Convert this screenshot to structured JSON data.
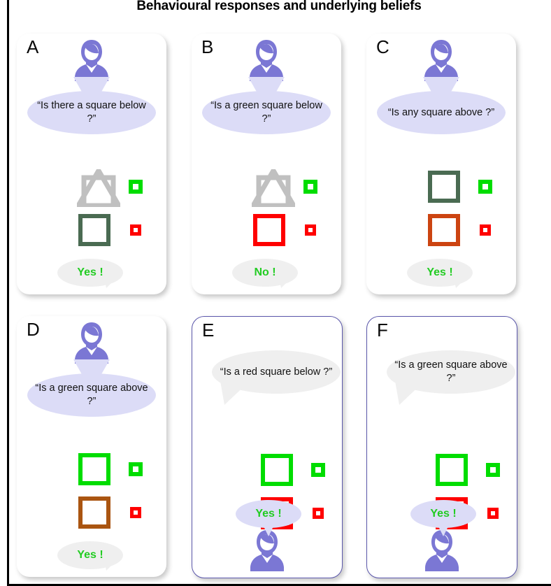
{
  "figure": {
    "title": "Behavioural responses and underlying beliefs"
  },
  "colors": {
    "person": "#7b77d4",
    "bubble_lavender": "#dcdcf7",
    "bubble_gray": "#efefef",
    "answer_green": "#22cc22",
    "gray_shape": "#c0c0c0",
    "dark_green": "#4a6b52",
    "bright_green": "#00dd00",
    "red": "#ff0000",
    "brown": "#aa5511",
    "brown_dark": "#cc4411",
    "card_border": "#5b57ab"
  },
  "panels": [
    {
      "letter": "A",
      "layout": "person-top",
      "bordered": false,
      "question": "“Is there a square below ?”",
      "question_bubble": "lavender",
      "answer": "Yes !",
      "answer_bubble": "gray",
      "stimuli": {
        "top": {
          "shape": "triangle-square-overlap",
          "color": "#c0c0c0"
        },
        "bottom": {
          "shape": "square",
          "color": "#4a6b52"
        }
      },
      "indicators": {
        "top": {
          "color": "#00dd00",
          "size": "large"
        },
        "bottom": {
          "color": "#ff0000",
          "size": "small"
        }
      }
    },
    {
      "letter": "B",
      "layout": "person-top",
      "bordered": false,
      "question": "“Is a green square below ?”",
      "question_bubble": "lavender",
      "answer": "No !",
      "answer_bubble": "gray",
      "stimuli": {
        "top": {
          "shape": "triangle-square-overlap",
          "color": "#c0c0c0"
        },
        "bottom": {
          "shape": "square",
          "color": "#ff0000"
        }
      },
      "indicators": {
        "top": {
          "color": "#00dd00",
          "size": "large"
        },
        "bottom": {
          "color": "#ff0000",
          "size": "small"
        }
      }
    },
    {
      "letter": "C",
      "layout": "person-top",
      "bordered": false,
      "question": "“Is any square above ?”",
      "question_bubble": "lavender",
      "answer": "Yes !",
      "answer_bubble": "gray",
      "stimuli": {
        "top": {
          "shape": "square",
          "color": "#4a6b52"
        },
        "bottom": {
          "shape": "square",
          "color": "#cc4411"
        }
      },
      "indicators": {
        "top": {
          "color": "#00dd00",
          "size": "large"
        },
        "bottom": {
          "color": "#ff0000",
          "size": "small"
        }
      }
    },
    {
      "letter": "D",
      "layout": "person-top",
      "bordered": false,
      "question": "“Is a green square above ?”",
      "question_bubble": "lavender",
      "answer": "Yes !",
      "answer_bubble": "gray",
      "stimuli": {
        "top": {
          "shape": "square",
          "color": "#00dd00"
        },
        "bottom": {
          "shape": "square",
          "color": "#aa5511"
        }
      },
      "indicators": {
        "top": {
          "color": "#00dd00",
          "size": "large"
        },
        "bottom": {
          "color": "#ff0000",
          "size": "small"
        }
      }
    },
    {
      "letter": "E",
      "layout": "person-bottom",
      "bordered": true,
      "question": "“Is a red square below ?”",
      "question_bubble": "gray",
      "answer": "Yes !",
      "answer_bubble": "lavender",
      "stimuli": {
        "top": {
          "shape": "square",
          "color": "#00dd00"
        },
        "bottom": {
          "shape": "square",
          "color": "#ff0000"
        }
      },
      "indicators": {
        "top": {
          "color": "#00dd00",
          "size": "large"
        },
        "bottom": {
          "color": "#ff0000",
          "size": "small"
        }
      }
    },
    {
      "letter": "F",
      "layout": "person-bottom",
      "bordered": true,
      "question": "“Is a green square above ?”",
      "question_bubble": "gray",
      "answer": "Yes !",
      "answer_bubble": "lavender",
      "stimuli": {
        "top": {
          "shape": "square",
          "color": "#00dd00"
        },
        "bottom": {
          "shape": "square",
          "color": "#ff0000"
        }
      },
      "indicators": {
        "top": {
          "color": "#00dd00",
          "size": "large"
        },
        "bottom": {
          "color": "#ff0000",
          "size": "small"
        }
      }
    }
  ]
}
